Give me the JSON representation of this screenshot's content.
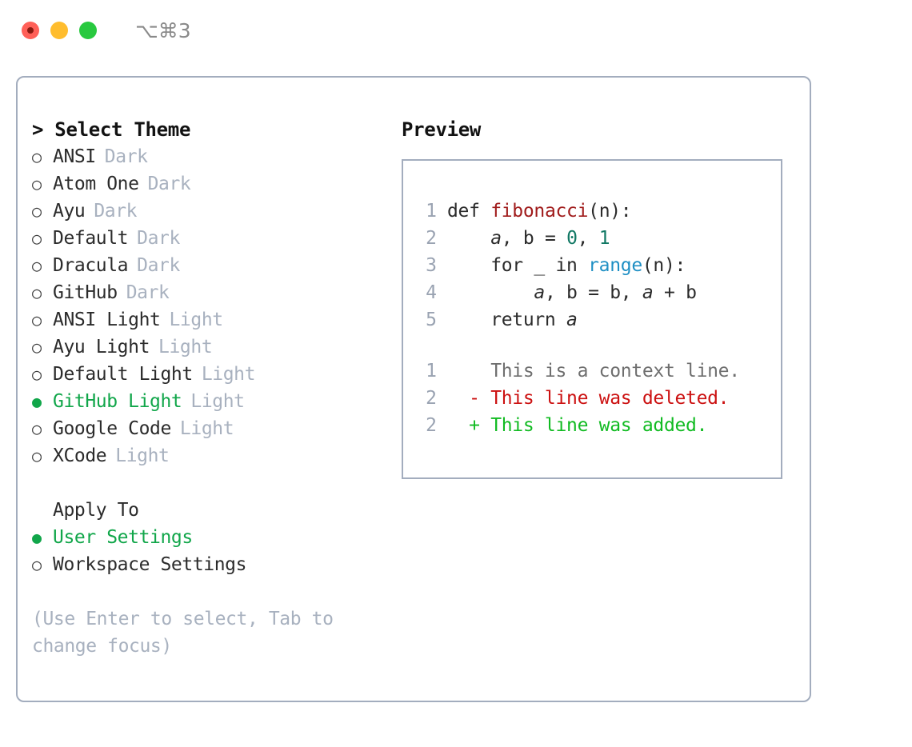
{
  "titlebar": {
    "shortcut": "⌥⌘3",
    "buttons": [
      {
        "name": "close",
        "color": "#ff6058"
      },
      {
        "name": "minimize",
        "color": "#ffbd2e"
      },
      {
        "name": "maximize",
        "color": "#28c93f"
      }
    ]
  },
  "colors": {
    "panel_border": "#a3adbe",
    "selected_green": "#11a64a",
    "muted_gray": "#a8b1bf",
    "text": "#2b2b2b",
    "diff_add": "#11bb22",
    "diff_del": "#cc1111",
    "token_function": "#a01b1b",
    "token_number": "#117864",
    "token_call": "#1f8fc4"
  },
  "theme_panel": {
    "heading": "> Select Theme",
    "bullet_selected": "●",
    "bullet_unselected": "○",
    "items": [
      {
        "label": "ANSI",
        "category": "Dark",
        "selected": false
      },
      {
        "label": "Atom One",
        "category": "Dark",
        "selected": false
      },
      {
        "label": "Ayu",
        "category": "Dark",
        "selected": false
      },
      {
        "label": "Default",
        "category": "Dark",
        "selected": false
      },
      {
        "label": "Dracula",
        "category": "Dark",
        "selected": false
      },
      {
        "label": "GitHub",
        "category": "Dark",
        "selected": false
      },
      {
        "label": "ANSI Light",
        "category": "Light",
        "selected": false
      },
      {
        "label": "Ayu Light",
        "category": "Light",
        "selected": false
      },
      {
        "label": "Default Light",
        "category": "Light",
        "selected": false
      },
      {
        "label": "GitHub Light",
        "category": "Light",
        "selected": true
      },
      {
        "label": "Google Code",
        "category": "Light",
        "selected": false
      },
      {
        "label": "XCode",
        "category": "Light",
        "selected": false
      }
    ]
  },
  "apply_to": {
    "heading": "Apply To",
    "options": [
      {
        "label": "User Settings",
        "selected": true
      },
      {
        "label": "Workspace Settings",
        "selected": false
      }
    ]
  },
  "hint": "(Use Enter to select, Tab to change focus)",
  "preview": {
    "title": "Preview",
    "code_lines": [
      {
        "no": "1",
        "segments": [
          {
            "text": "def ",
            "type": "plain"
          },
          {
            "text": "fibonacci",
            "type": "function"
          },
          {
            "text": "(n):",
            "type": "plain"
          }
        ]
      },
      {
        "no": "2",
        "segments": [
          {
            "text": "    ",
            "type": "plain"
          },
          {
            "text": "a",
            "type": "var"
          },
          {
            "text": ", ",
            "type": "plain"
          },
          {
            "text": "b",
            "type": "plain"
          },
          {
            "text": " = ",
            "type": "plain"
          },
          {
            "text": "0",
            "type": "number"
          },
          {
            "text": ", ",
            "type": "plain"
          },
          {
            "text": "1",
            "type": "number"
          }
        ]
      },
      {
        "no": "3",
        "segments": [
          {
            "text": "    for _ in ",
            "type": "plain"
          },
          {
            "text": "range",
            "type": "call"
          },
          {
            "text": "(n):",
            "type": "plain"
          }
        ]
      },
      {
        "no": "4",
        "segments": [
          {
            "text": "        ",
            "type": "plain"
          },
          {
            "text": "a",
            "type": "var"
          },
          {
            "text": ", b = b, ",
            "type": "plain"
          },
          {
            "text": "a",
            "type": "var"
          },
          {
            "text": " + b",
            "type": "plain"
          }
        ]
      },
      {
        "no": "5",
        "segments": [
          {
            "text": "    return ",
            "type": "plain"
          },
          {
            "text": "a",
            "type": "var"
          }
        ]
      }
    ],
    "diff_lines": [
      {
        "no": "1",
        "marker": "  ",
        "text": "This is a context line.",
        "kind": "context"
      },
      {
        "no": "2",
        "marker": "- ",
        "text": "This line was deleted.",
        "kind": "deleted"
      },
      {
        "no": "2",
        "marker": "+ ",
        "text": "This line was added.",
        "kind": "added"
      }
    ]
  }
}
